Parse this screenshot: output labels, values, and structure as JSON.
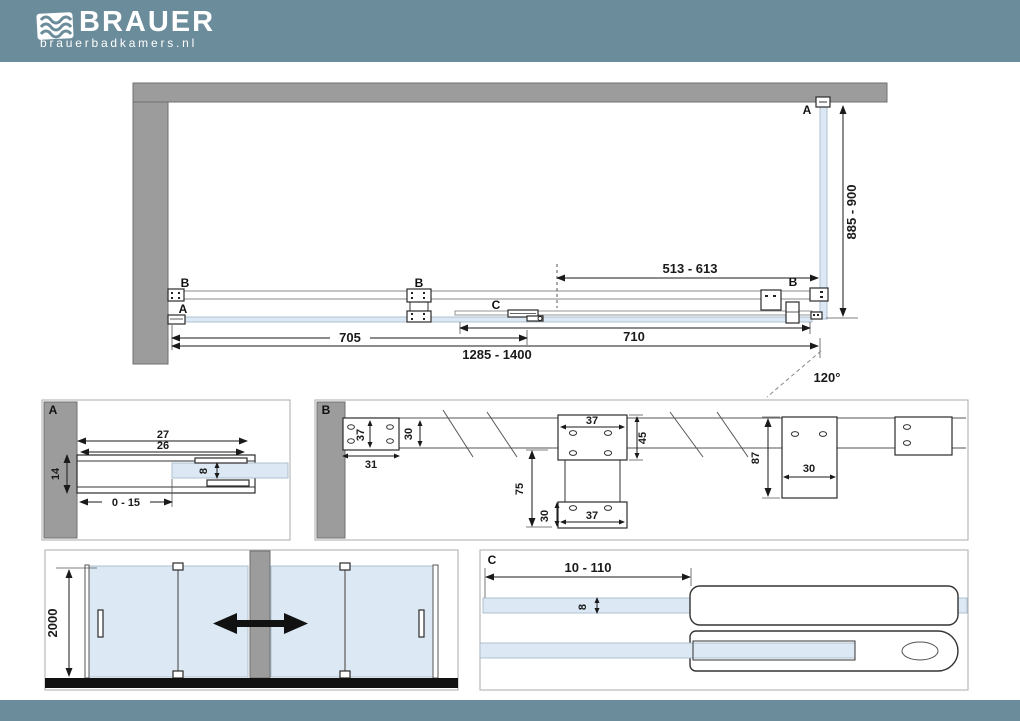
{
  "header": {
    "brand": "BRAUER",
    "site": "brauerbadkamers.nl"
  },
  "colors": {
    "bar": "#6B8C9B",
    "wall": "#9C9C9C",
    "glass": "#DCE9F5"
  },
  "plan": {
    "label_a_top": "A",
    "label_b_left": "B",
    "label_a_left": "A",
    "label_b_mid": "B",
    "label_c": "C",
    "label_b_right": "B",
    "dim_top": "513 - 613",
    "dim_side": "885 - 900",
    "dim_fixed": "705",
    "dim_door": "710",
    "dim_total": "1285 - 1400",
    "angle": "120°"
  },
  "detail_a": {
    "label": "A",
    "dim_outer": "27",
    "dim_inner": "26",
    "dim_depth": "14",
    "dim_glass": "8",
    "dim_adjust": "0 - 15"
  },
  "detail_b": {
    "label": "B",
    "dim_wall_h": "37",
    "dim_wall_w": "31",
    "dim_rail": "30",
    "dim_mid_top": "37",
    "dim_mid_side": "45",
    "dim_drop": "75",
    "dim_low_h": "30",
    "dim_low_w": "37",
    "dim_block_h": "87",
    "dim_block_w": "30"
  },
  "front": {
    "dim_height": "2000"
  },
  "detail_c": {
    "label": "C",
    "dim_range": "10 - 110",
    "dim_glass": "8"
  }
}
